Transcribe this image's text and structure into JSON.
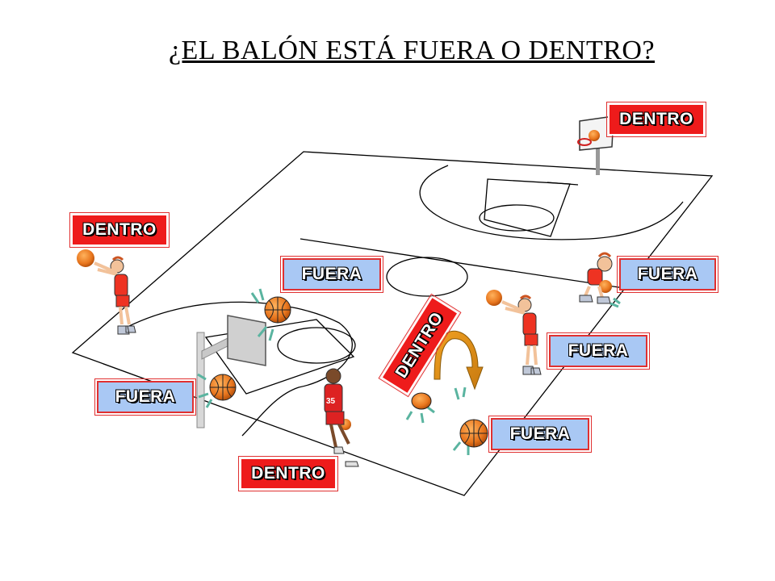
{
  "title": "¿EL BALÓN ESTÁ FUERA O DENTRO?",
  "labels": {
    "dentro_backboard": "DENTRO",
    "dentro_left": "DENTRO",
    "fuera_center": "FUERA",
    "fuera_right_top": "FUERA",
    "fuera_right_mid": "FUERA",
    "dentro_rotated": "DENTRO",
    "fuera_left_bottom": "FUERA",
    "fuera_bottom_right": "FUERA",
    "dentro_bottom": "DENTRO"
  },
  "colors": {
    "fuera_bg": "#a9c8f4",
    "dentro_bg": "#ee1b1b",
    "tag_border": "#e03030",
    "ball": "#e8761e",
    "court_line": "#000000"
  }
}
